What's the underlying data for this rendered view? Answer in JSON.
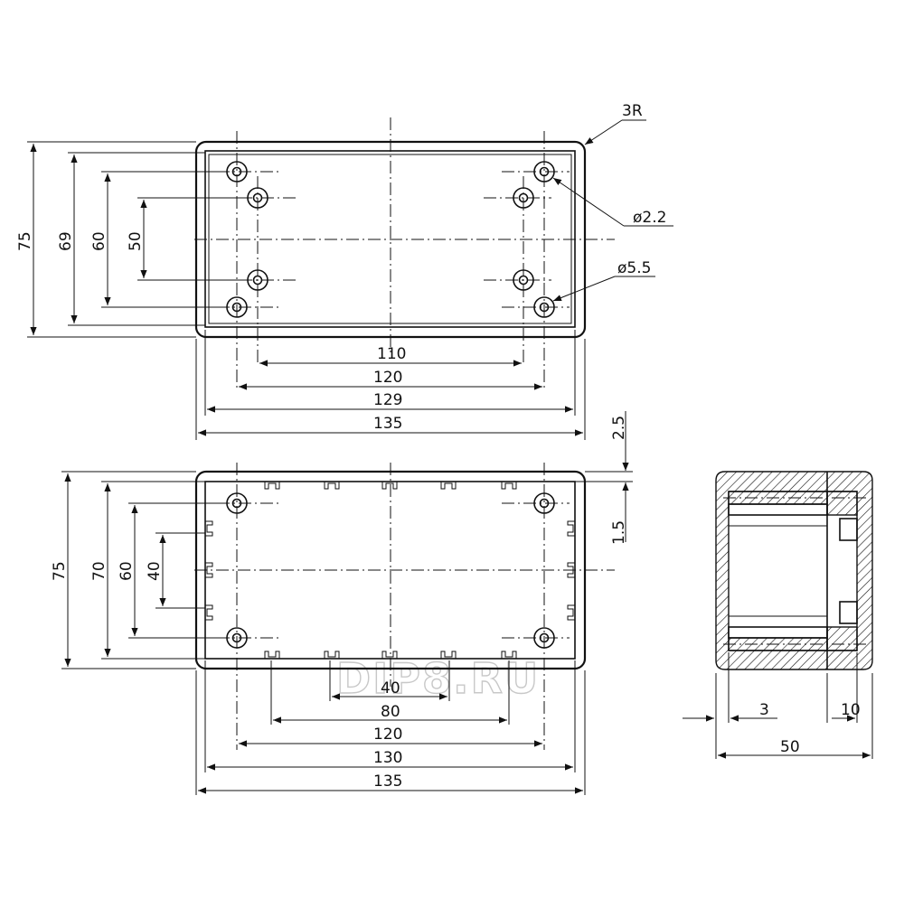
{
  "top_view": {
    "corner_radius": "3R",
    "hole_small": "ø2.2",
    "hole_large": "ø5.5",
    "dims_h": [
      "110",
      "120",
      "129",
      "135"
    ],
    "dims_v": [
      "75",
      "69",
      "60",
      "50"
    ]
  },
  "bottom_view": {
    "wall_top": "2.5",
    "wall_inner": "1.5",
    "dims_h": [
      "40",
      "80",
      "120",
      "130",
      "135"
    ],
    "dims_v": [
      "75",
      "70",
      "60",
      "40"
    ]
  },
  "side_view": {
    "dims": [
      "3",
      "10",
      "50"
    ]
  },
  "watermark": "DIP8.RU"
}
